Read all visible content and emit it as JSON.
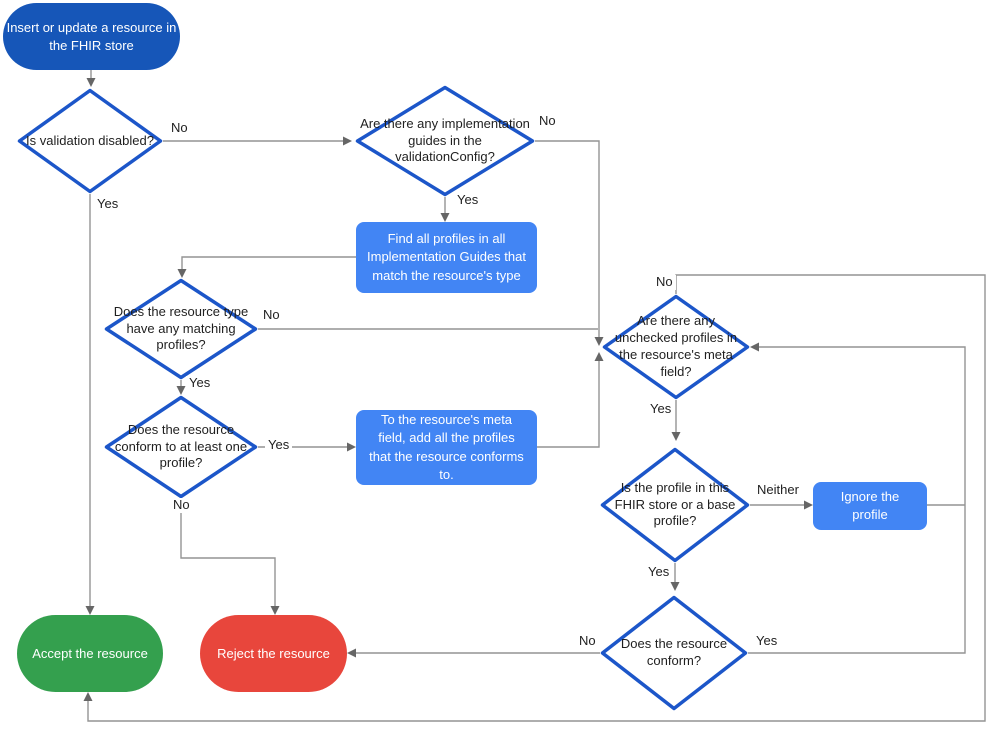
{
  "diagram_type": "flowchart",
  "colors": {
    "start_fill": "#1656B8",
    "process_fill": "#4285F4",
    "decision_stroke": "#1C56C9",
    "decision_fill": "#FFFFFF",
    "accept_fill": "#34A04E",
    "reject_fill": "#E8463C",
    "edge_line": "#949494",
    "edge_arrow": "#666666",
    "text_dark": "#1F1F1F",
    "text_light": "#FFFFFF"
  },
  "nodes": {
    "start": {
      "type": "terminator",
      "label": "Insert or update a resource in the FHIR store"
    },
    "validation_disabled": {
      "type": "decision",
      "label": "Is validation disabled?"
    },
    "implementation_guides": {
      "type": "decision",
      "label": "Are there any implementation guides in the validationConfig?"
    },
    "find_profiles": {
      "type": "process",
      "label": "Find all profiles in all Implementation Guides that match the resource's type"
    },
    "matching_profiles": {
      "type": "decision",
      "label": "Does the resource type have any matching profiles?"
    },
    "conform_one_profile": {
      "type": "decision",
      "label": "Does the resource conform to at least one profile?"
    },
    "add_to_meta": {
      "type": "process",
      "label": "To the resource's meta field, add all the profiles that the resource conforms to."
    },
    "unchecked_profiles": {
      "type": "decision",
      "label": "Are there any unchecked profiles in the resource's meta field?"
    },
    "profile_in_store": {
      "type": "decision",
      "label": "Is the profile in this FHIR store or a base profile?"
    },
    "ignore_profile": {
      "type": "process",
      "label": "Ignore the profile"
    },
    "resource_conform": {
      "type": "decision",
      "label": "Does the resource conform?"
    },
    "accept": {
      "type": "terminator",
      "label": "Accept the resource"
    },
    "reject": {
      "type": "terminator",
      "label": "Reject the resource"
    }
  },
  "connections": [
    {
      "from": "start",
      "to": "validation_disabled",
      "label": ""
    },
    {
      "from": "validation_disabled",
      "to": "implementation_guides",
      "label": "No"
    },
    {
      "from": "validation_disabled",
      "to": "accept",
      "label": "Yes"
    },
    {
      "from": "implementation_guides",
      "to": "unchecked_profiles",
      "label": "No"
    },
    {
      "from": "implementation_guides",
      "to": "find_profiles",
      "label": "Yes"
    },
    {
      "from": "find_profiles",
      "to": "matching_profiles",
      "label": ""
    },
    {
      "from": "matching_profiles",
      "to": "unchecked_profiles",
      "label": "No"
    },
    {
      "from": "matching_profiles",
      "to": "conform_one_profile",
      "label": "Yes"
    },
    {
      "from": "conform_one_profile",
      "to": "add_to_meta",
      "label": "Yes"
    },
    {
      "from": "conform_one_profile",
      "to": "reject",
      "label": "No"
    },
    {
      "from": "add_to_meta",
      "to": "unchecked_profiles",
      "label": ""
    },
    {
      "from": "unchecked_profiles",
      "to": "accept",
      "label": "No"
    },
    {
      "from": "unchecked_profiles",
      "to": "profile_in_store",
      "label": "Yes"
    },
    {
      "from": "profile_in_store",
      "to": "ignore_profile",
      "label": "Neither"
    },
    {
      "from": "profile_in_store",
      "to": "resource_conform",
      "label": "Yes"
    },
    {
      "from": "ignore_profile",
      "to": "unchecked_profiles",
      "label": ""
    },
    {
      "from": "resource_conform",
      "to": "reject",
      "label": "No"
    },
    {
      "from": "resource_conform",
      "to": "unchecked_profiles",
      "label": "Yes"
    }
  ]
}
